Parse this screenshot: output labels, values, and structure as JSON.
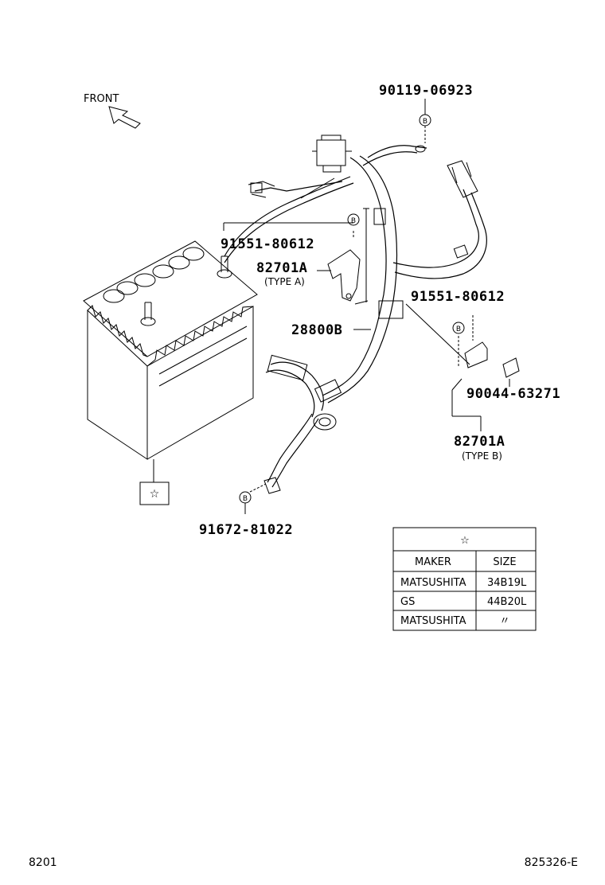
{
  "diagram": {
    "front_label": "FRONT",
    "parts": {
      "p_90119": "90119-06923",
      "p_91551_a": "91551-80612",
      "p_82701_a": "82701A",
      "p_82701_a_type": "(TYPE A)",
      "p_28800": "28800B",
      "p_91551_b": "91551-80612",
      "p_90044": "90044-63271",
      "p_82701_b": "82701A",
      "p_82701_b_type": "(TYPE B)",
      "p_91672": "91672-81022"
    },
    "callout_marker": "B",
    "battery_symbol": "☆"
  },
  "spec_table": {
    "symbol": "☆",
    "headers": [
      "MAKER",
      "SIZE"
    ],
    "rows": [
      [
        "MATSUSHITA",
        "34B19L"
      ],
      [
        "GS",
        "44B20L"
      ],
      [
        "MATSUSHITA",
        "〃"
      ]
    ]
  },
  "footer": {
    "left_code": "8201",
    "right_code": "825326-E"
  }
}
